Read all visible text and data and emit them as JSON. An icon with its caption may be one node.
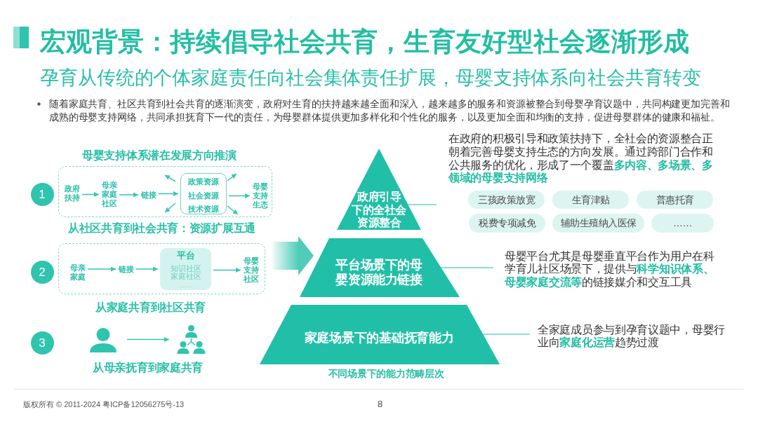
{
  "diagram": {
    "title": "宏观背景：持续倡导社会共育，生育友好型社会逐渐形成",
    "nodes": [
      {
        "text": [
          "1"
        ]
      },
      {
        "text": [],
        "shape": "box",
        "beside": [
          "从社区共育到社会共育：资源扩展互通"
        ]
      },
      {
        "text": [
          "政府扶持"
        ],
        "in": 1
      },
      {
        "text": [
          "母亲家庭社区"
        ],
        "in": 1
      },
      {
        "text": [
          "链接"
        ],
        "in": 1
      },
      {
        "text": [
          "政策资源",
          "社会资源",
          "技术资源"
        ],
        "in": 1
      },
      {
        "text": [
          "母婴支持生态"
        ],
        "in": 1
      },
      {
        "text": [
          "2"
        ]
      },
      {
        "text": [],
        "shape": "box",
        "beside": [
          "从家庭共育到社区共育"
        ]
      },
      {
        "text": [
          "母亲家庭"
        ],
        "in": 8
      },
      {
        "text": [
          "链接"
        ],
        "in": 8
      },
      {
        "text": [
          "平台",
          "知识社区",
          "家庭社区",
          "……"
        ],
        "in": 8
      },
      {
        "text": [
          "母婴支持社区"
        ],
        "in": 8
      },
      {
        "text": [
          "3"
        ]
      },
      {
        "text": [],
        "shape": "person"
      },
      {
        "text": [],
        "shape": "picture"
      },
      {
        "text": [
          "政府引导下的全社会资源整合"
        ]
      },
      {
        "text": [
          "平台场景下的母婴资源能力链接"
        ]
      },
      {
        "text": [
          "家庭场景下的基础抚育能力"
        ]
      },
      {
        "text": [
          "三孩政策放宽"
        ]
      },
      {
        "text": [
          "生育津贴"
        ]
      },
      {
        "text": [
          "普惠托育"
        ]
      },
      {
        "text": [
          "税费专项减免"
        ]
      },
      {
        "text": [
          "辅助生殖纳入医保"
        ]
      },
      {
        "text": [
          "……"
        ]
      },
      {
        "text": [
          "母婴平台尤其是母婴垂直平台作为用户在科学育儿社区场景下，提供与**科学知识体系、母婴家庭交流等**的链接媒介和交互工具"
        ]
      },
      {
        "text": [
          "全家庭成员参与到孕育议题中，母婴行业向**家庭化运营**趋势过渡"
        ]
      }
    ],
    "edges": [
      {
        "from": 2,
        "to": 3,
        "arrow": "to"
      },
      {
        "from": 3,
        "to": 4,
        "arrow": "to"
      },
      {
        "from": 4,
        "to": 5,
        "arrow": "to"
      },
      {
        "from": 5,
        "to": 6,
        "arrow": "to"
      },
      {
        "from": 5,
        "to": 4,
        "arrow": "to"
      },
      {
        "from": 5,
        "to": 4,
        "arrow": "to"
      },
      {
        "from": 5,
        "to": 6,
        "arrow": "to"
      },
      {
        "from": 5,
        "to": 6,
        "arrow": "to"
      },
      {
        "from": 9,
        "to": 10,
        "arrow": "to"
      },
      {
        "from": 10,
        "to": 11,
        "arrow": "to"
      },
      {
        "from": 11,
        "to": 12,
        "arrow": "to"
      },
      {
        "from": 14,
        "to": 15,
        "arrow": "to"
      },
      {
        "from": 8,
        "to": 17,
        "arrow": "to",
        "style": "thick"
      },
      {
        "from": null,
        "to": 16,
        "arrow": "none"
      },
      {
        "from": 25,
        "to": 17,
        "arrow": "none"
      },
      {
        "from": 26,
        "to": 18,
        "arrow": "none"
      }
    ],
    "labels": [
      "孕育从传统的个体家庭责任向社会集体责任扩展，母婴支持体系向社会共育转变",
      "随着家庭共育、社区共育到社会共育的逐渐演变，政府对生育的扶持越来越全面和深入，越来越多的服务和资源被整合到母婴孕育议题中，共同构建更加完善和成熟的母婴支持网络，共同承担抚育下一代的责任，为母婴群体提供更加多样化和个性化的服务，以及更加全面和均衡的支持，促进母婴群体的健康和福祉。",
      "母婴支持体系潜在发展方向推演",
      "在政府的积极引导和政策扶持下，全社会的资源整合正朝着完善母婴支持生态的方向发展。通过跨部门合作和公共服务的优化，形成了一个覆盖**多内容、多场景、多领域的母婴支持网络**",
      "从母亲抚育到家庭共育",
      "不同场景下的能力范畴层次",
      "版权所有 © 2011-2024 粤ICP备12056275号-13",
      "8"
    ]
  }
}
